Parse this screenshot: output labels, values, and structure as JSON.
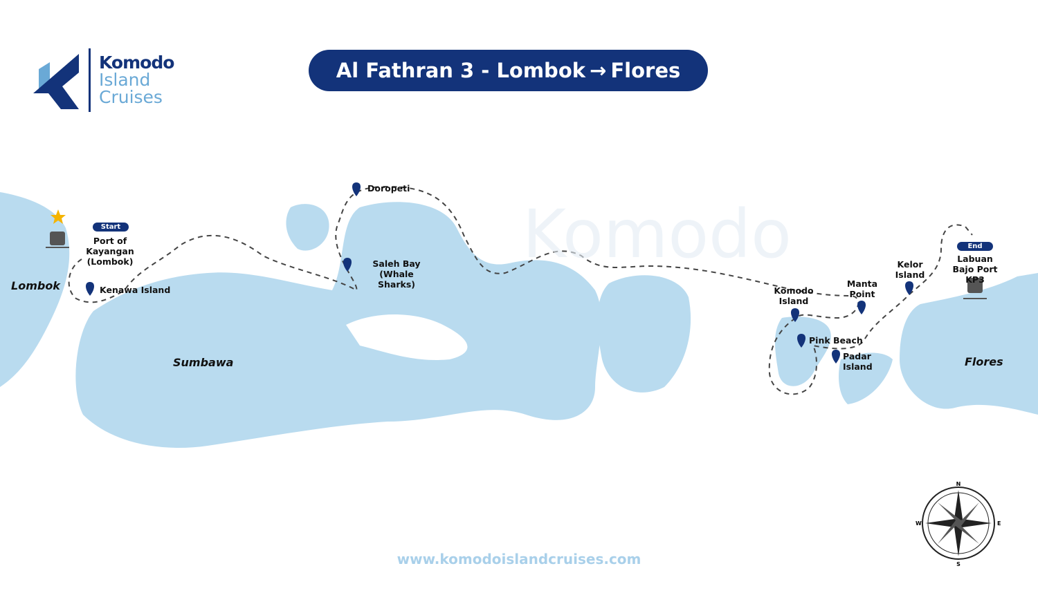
{
  "logo": {
    "line1": "Komodo",
    "line2": "Island",
    "line3": "Cruises"
  },
  "title": {
    "part1": "Al Fathran 3 - Lombok",
    "arrow": "→",
    "part2": "Flores"
  },
  "badges": {
    "start": "Start",
    "end": "End"
  },
  "islands": {
    "lombok": "Lombok",
    "sumbawa": "Sumbawa",
    "flores": "Flores"
  },
  "stops": {
    "kayangan": "Port of  Kayangan (Lombok)",
    "kenawa": "Kenawa Island",
    "doropeti": "Doropeti",
    "saleh": "Saleh Bay (Whale Sharks)",
    "komodo": "Komodo Island",
    "manta": "Manta Point",
    "kelor": "Kelor Island",
    "labuan": "Labuan Bajo Port KP3",
    "pink": "Pink Beach",
    "padar": "Padar Island"
  },
  "compass": {
    "n": "N",
    "s": "S",
    "e": "E",
    "w": "W"
  },
  "website": "www.komodoislandcruises.com",
  "colors": {
    "navy": "#13337a",
    "land": "#b9dbef",
    "light": "#6aa9d6"
  }
}
